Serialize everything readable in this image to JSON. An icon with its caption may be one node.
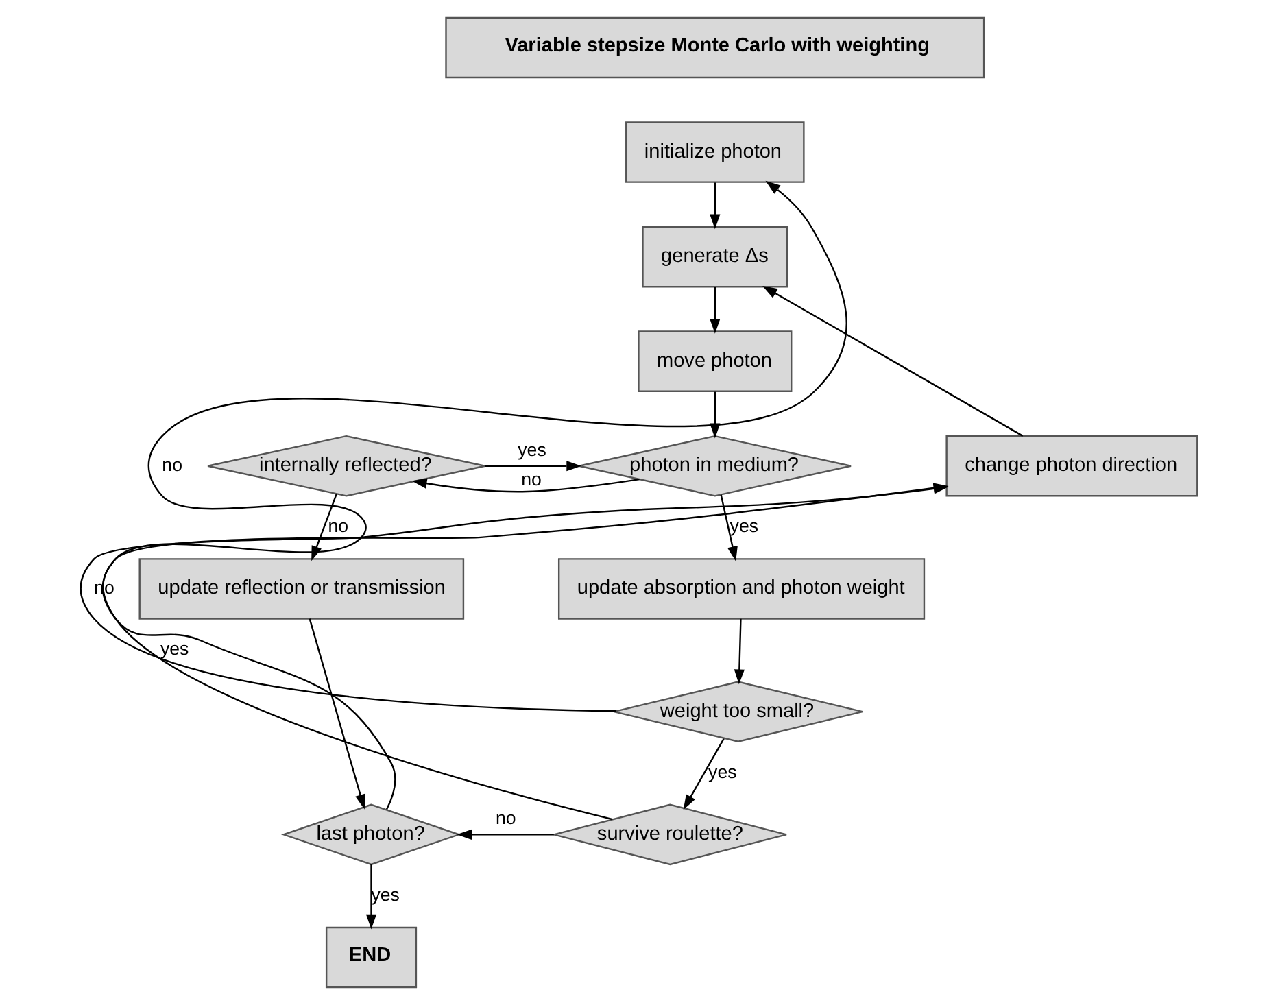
{
  "diagram": {
    "nodes": [
      {
        "text": [
          "Variable stepsize Monte Carlo with weighting"
        ]
      },
      {
        "text": [
          "initialize photon"
        ]
      },
      {
        "text": [
          "generate Δs"
        ]
      },
      {
        "text": [
          "move photon"
        ]
      },
      {
        "text": [
          "internally reflected?"
        ]
      },
      {
        "text": [
          "photon in medium?"
        ]
      },
      {
        "text": [
          "change photon direction"
        ]
      },
      {
        "text": [
          "update absorption and photon weight"
        ]
      },
      {
        "text": [
          "update reflection or transmission"
        ]
      },
      {
        "text": [
          "weight too small?"
        ]
      },
      {
        "text": [
          "last photon?"
        ]
      },
      {
        "text": [
          "survive roulette?"
        ]
      },
      {
        "text": [
          "END"
        ]
      }
    ],
    "edges": [
      {
        "from": 1,
        "to": 2,
        "arrow": "to"
      },
      {
        "from": 2,
        "to": 3,
        "arrow": "to"
      },
      {
        "from": 3,
        "to": 5,
        "arrow": "to"
      },
      {
        "from": 5,
        "to": 4,
        "arrow": "to",
        "label": "no"
      },
      {
        "from": 4,
        "to": 5,
        "arrow": "to",
        "label": "yes"
      },
      {
        "from": 5,
        "to": 7,
        "arrow": "to",
        "label": "yes"
      },
      {
        "from": 4,
        "to": 8,
        "arrow": "to",
        "label": "no"
      },
      {
        "from": 7,
        "to": 9,
        "arrow": "to"
      },
      {
        "from": 9,
        "to": 6,
        "arrow": "to",
        "label": "no"
      },
      {
        "from": 9,
        "to": 11,
        "arrow": "to",
        "label": "yes"
      },
      {
        "from": 11,
        "to": 6,
        "arrow": "to",
        "label": "yes"
      },
      {
        "from": 6,
        "to": 2,
        "arrow": "to"
      },
      {
        "from": 11,
        "to": 10,
        "arrow": "to",
        "label": "no"
      },
      {
        "from": 8,
        "to": 10,
        "arrow": "to"
      },
      {
        "from": 10,
        "to": 12,
        "arrow": "to",
        "label": "yes"
      },
      {
        "from": 10,
        "to": 1,
        "arrow": "to",
        "label": "no"
      }
    ]
  }
}
